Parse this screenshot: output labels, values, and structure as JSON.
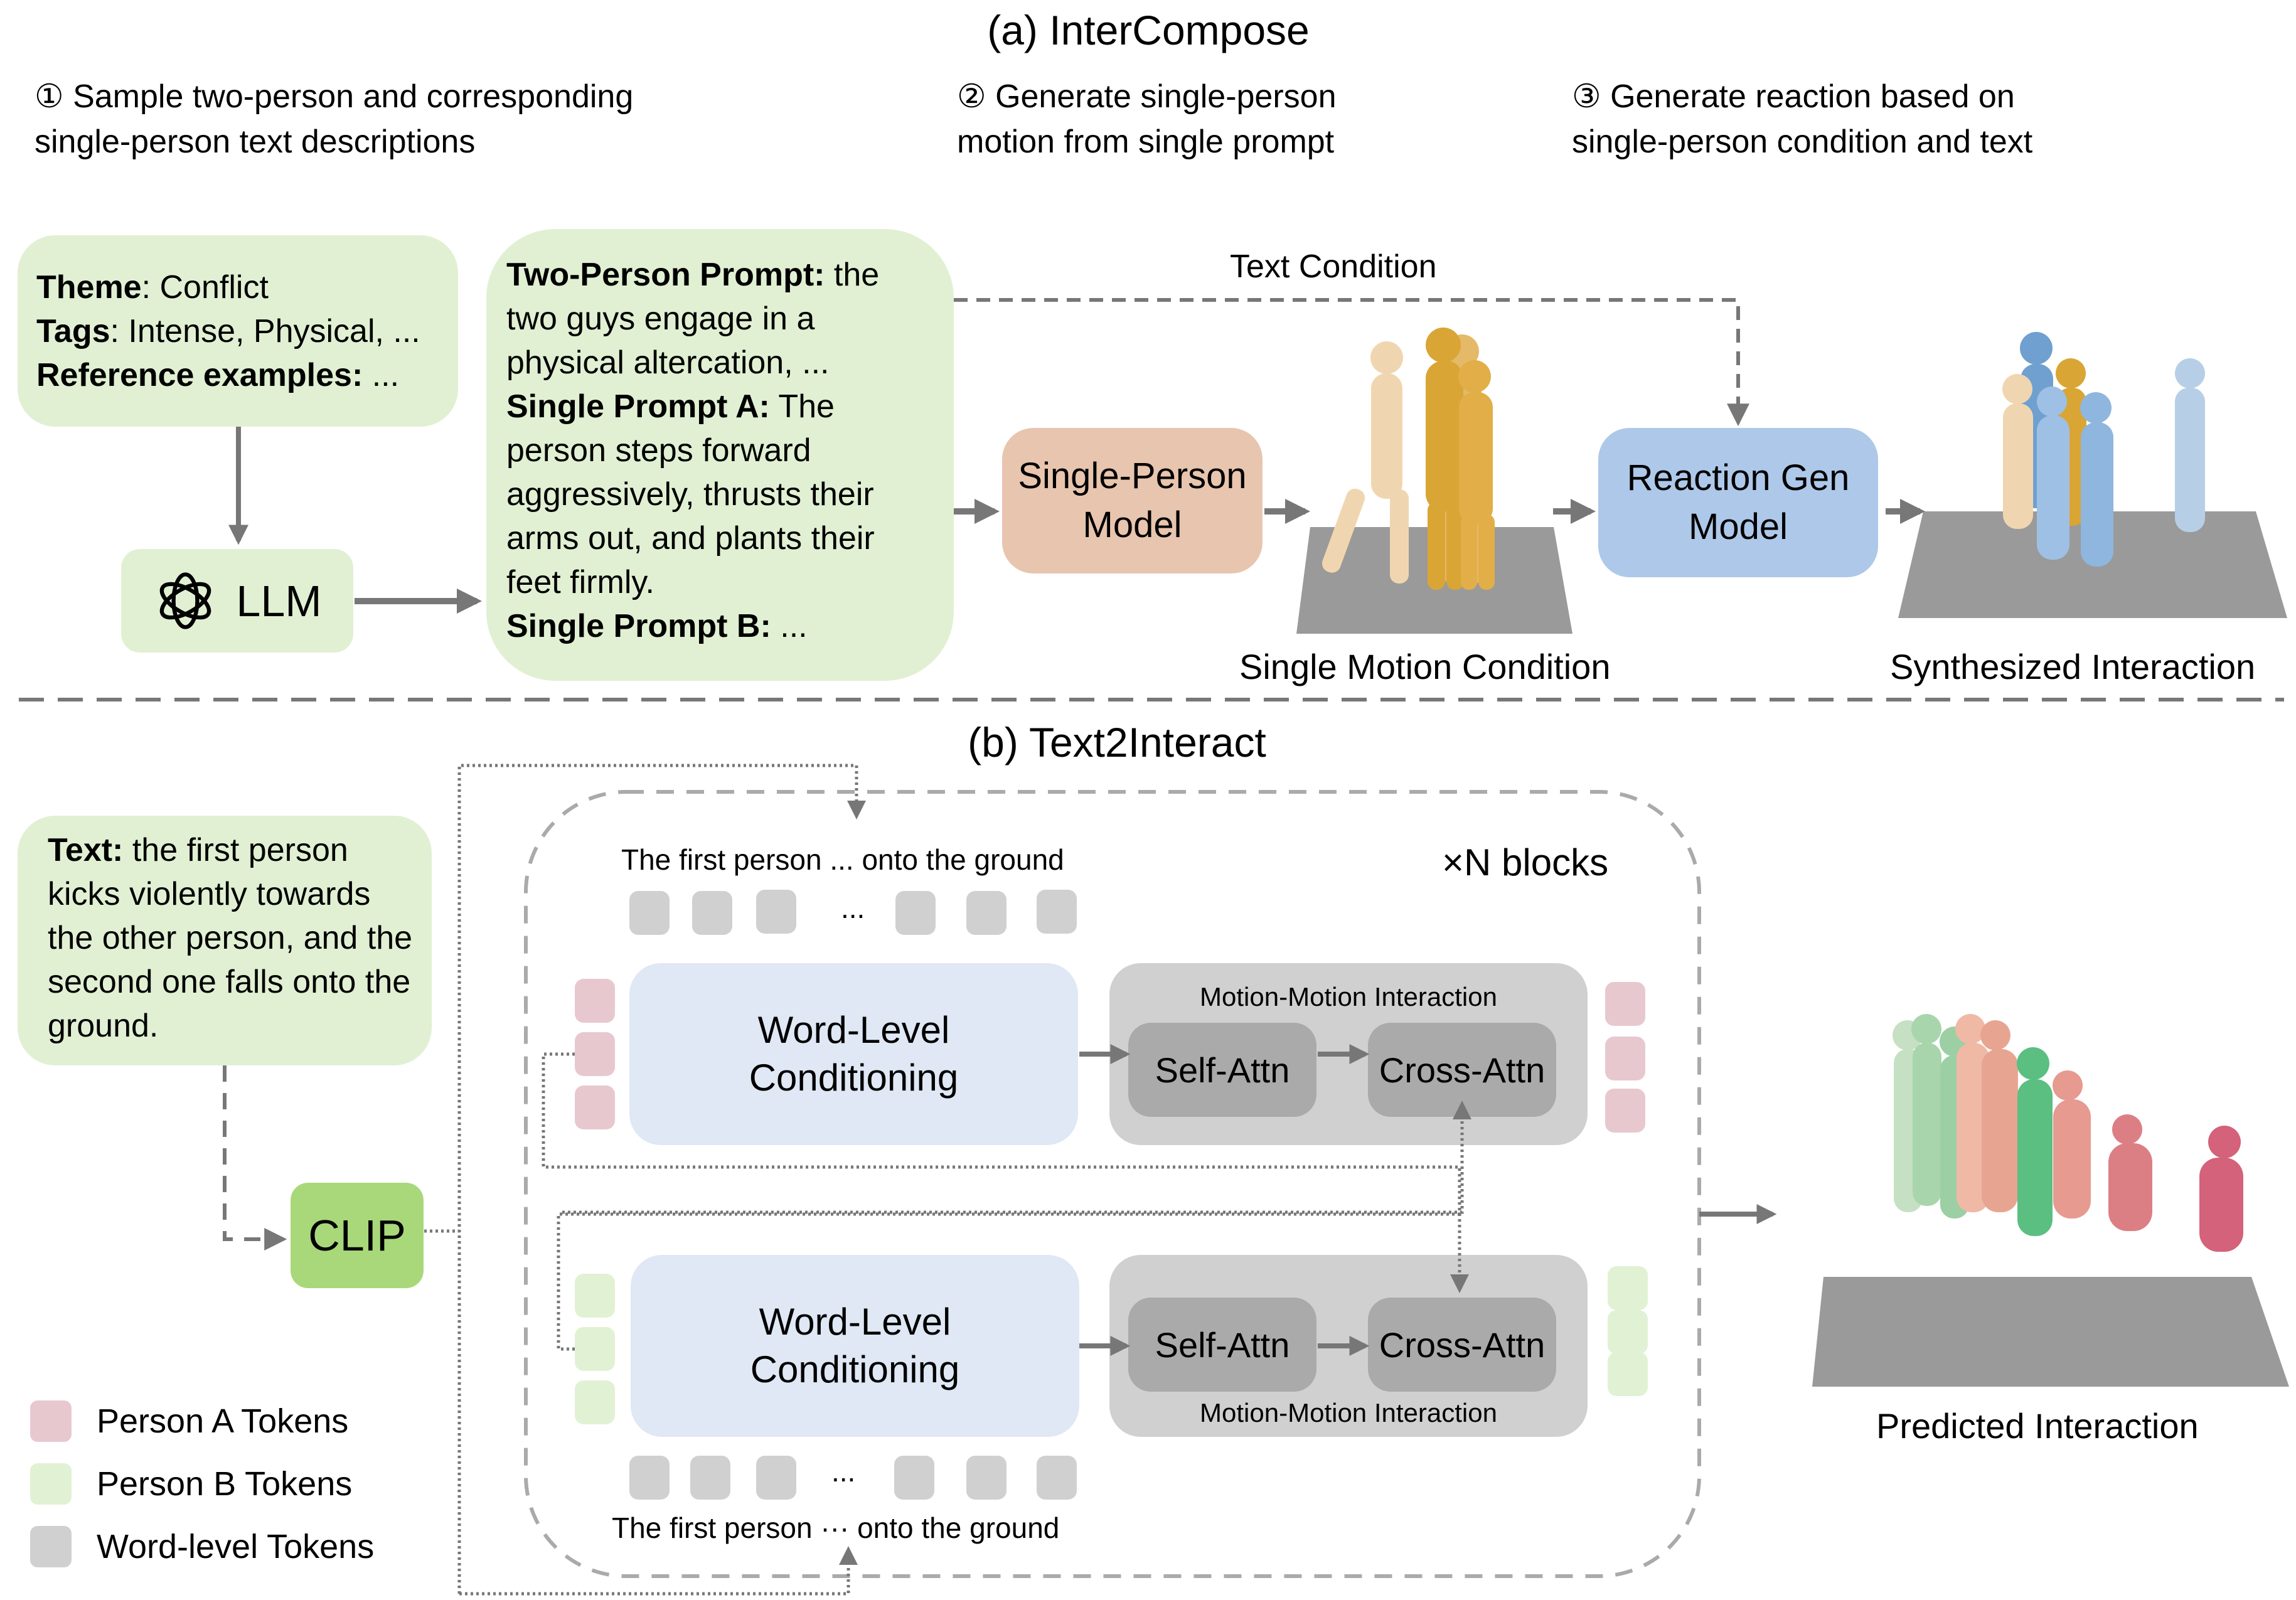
{
  "part_a": {
    "title": "(a) InterCompose",
    "steps": [
      "① Sample two-person and corresponding\nsingle-person text descriptions",
      "② Generate single-person\nmotion from single prompt",
      "③ Generate reaction based on\nsingle-person condition and text"
    ],
    "theme_box": {
      "theme_label": "Theme",
      "theme_value": ": Conflict",
      "tags_label": "Tags",
      "tags_value": ": Intense, Physical, ...",
      "ref_label": "Reference examples:",
      "ref_value": " ..."
    },
    "llm_box": {
      "label": "LLM",
      "icon": "openai-logo-icon"
    },
    "prompt_box": {
      "two_person_label": "Two-Person Prompt:",
      "two_person_text": " the two guys engage in a physical altercation, ...",
      "single_a_label": "Single Prompt A:",
      "single_a_text": " The person steps forward aggressively, thrusts their arms out, and plants their feet firmly.",
      "single_b_label": "Single Prompt B:",
      "single_b_text": " ..."
    },
    "text_condition_label": "Text Condition",
    "single_person_model": "Single-Person\nModel",
    "reaction_gen_model": "Reaction Gen\nModel",
    "single_motion_caption": "Single Motion Condition",
    "synthesized_caption": "Synthesized Interaction"
  },
  "part_b": {
    "title": "(b) Text2Interact",
    "text_box": {
      "label": "Text:",
      "text": " the first person kicks violently towards the other person, and the second one falls onto the ground."
    },
    "clip_label": "CLIP",
    "blocks_label": "×N blocks",
    "top_tokens_caption": "The first person ... onto the  ground",
    "bottom_tokens_caption": "The first person  ··· onto the  ground",
    "ellipsis": "...",
    "word_level_conditioning": "Word-Level\nConditioning",
    "motion_motion_interaction": "Motion-Motion Interaction",
    "self_attn": "Self-Attn",
    "cross_attn": "Cross-Attn",
    "predicted_caption": "Predicted Interaction",
    "legend": [
      {
        "label": "Person A Tokens",
        "color": "#e8c8cf"
      },
      {
        "label": "Person B Tokens",
        "color": "#e1f2d4"
      },
      {
        "label": "Word-level Tokens",
        "color": "#d0d0d0"
      }
    ]
  },
  "colors": {
    "green_box": "#e1f0d3",
    "single_person_model": "#e8c5ae",
    "reaction_gen_model": "#aec8e9",
    "word_level_conditioning": "#dfe8f4",
    "motion_interaction": "#d0d0d0",
    "attn_block": "#aaaaaa",
    "clip": "#a8d87a",
    "arrow": "#777777"
  }
}
